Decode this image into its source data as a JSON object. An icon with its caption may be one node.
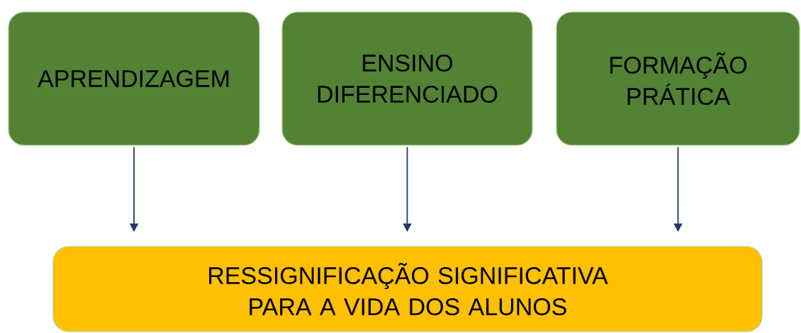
{
  "diagram": {
    "nodes": [
      {
        "text": [
          "APRENDIZAGEM"
        ]
      },
      {
        "text": [
          "ENSINO DIFERENCIADO"
        ]
      },
      {
        "text": [
          "FORMAÇÃO PRÁTICA"
        ]
      },
      {
        "text": [
          "RESSIGNIFICAÇÃO SIGNIFICATIVA PARA A VIDA DOS ALUNOS"
        ]
      }
    ],
    "edges": [
      {
        "from": 0,
        "to": 3,
        "arrow": "to"
      },
      {
        "from": 1,
        "to": 3,
        "arrow": "to"
      },
      {
        "from": 2,
        "to": 3,
        "arrow": "to"
      }
    ]
  }
}
